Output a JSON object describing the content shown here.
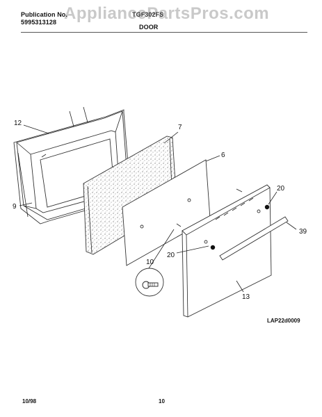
{
  "header": {
    "publication_label": "Publication No.",
    "publication_number": "5995313128",
    "model": "TGF302FS",
    "section": "DOOR",
    "watermark": "AppliancePartsPros.com"
  },
  "callouts": [
    "12",
    "7",
    "6",
    "9",
    "20",
    "39",
    "10",
    "20",
    "13"
  ],
  "diagram_code": "LAP22d0009",
  "footer": {
    "date": "10/98",
    "page": "10"
  }
}
